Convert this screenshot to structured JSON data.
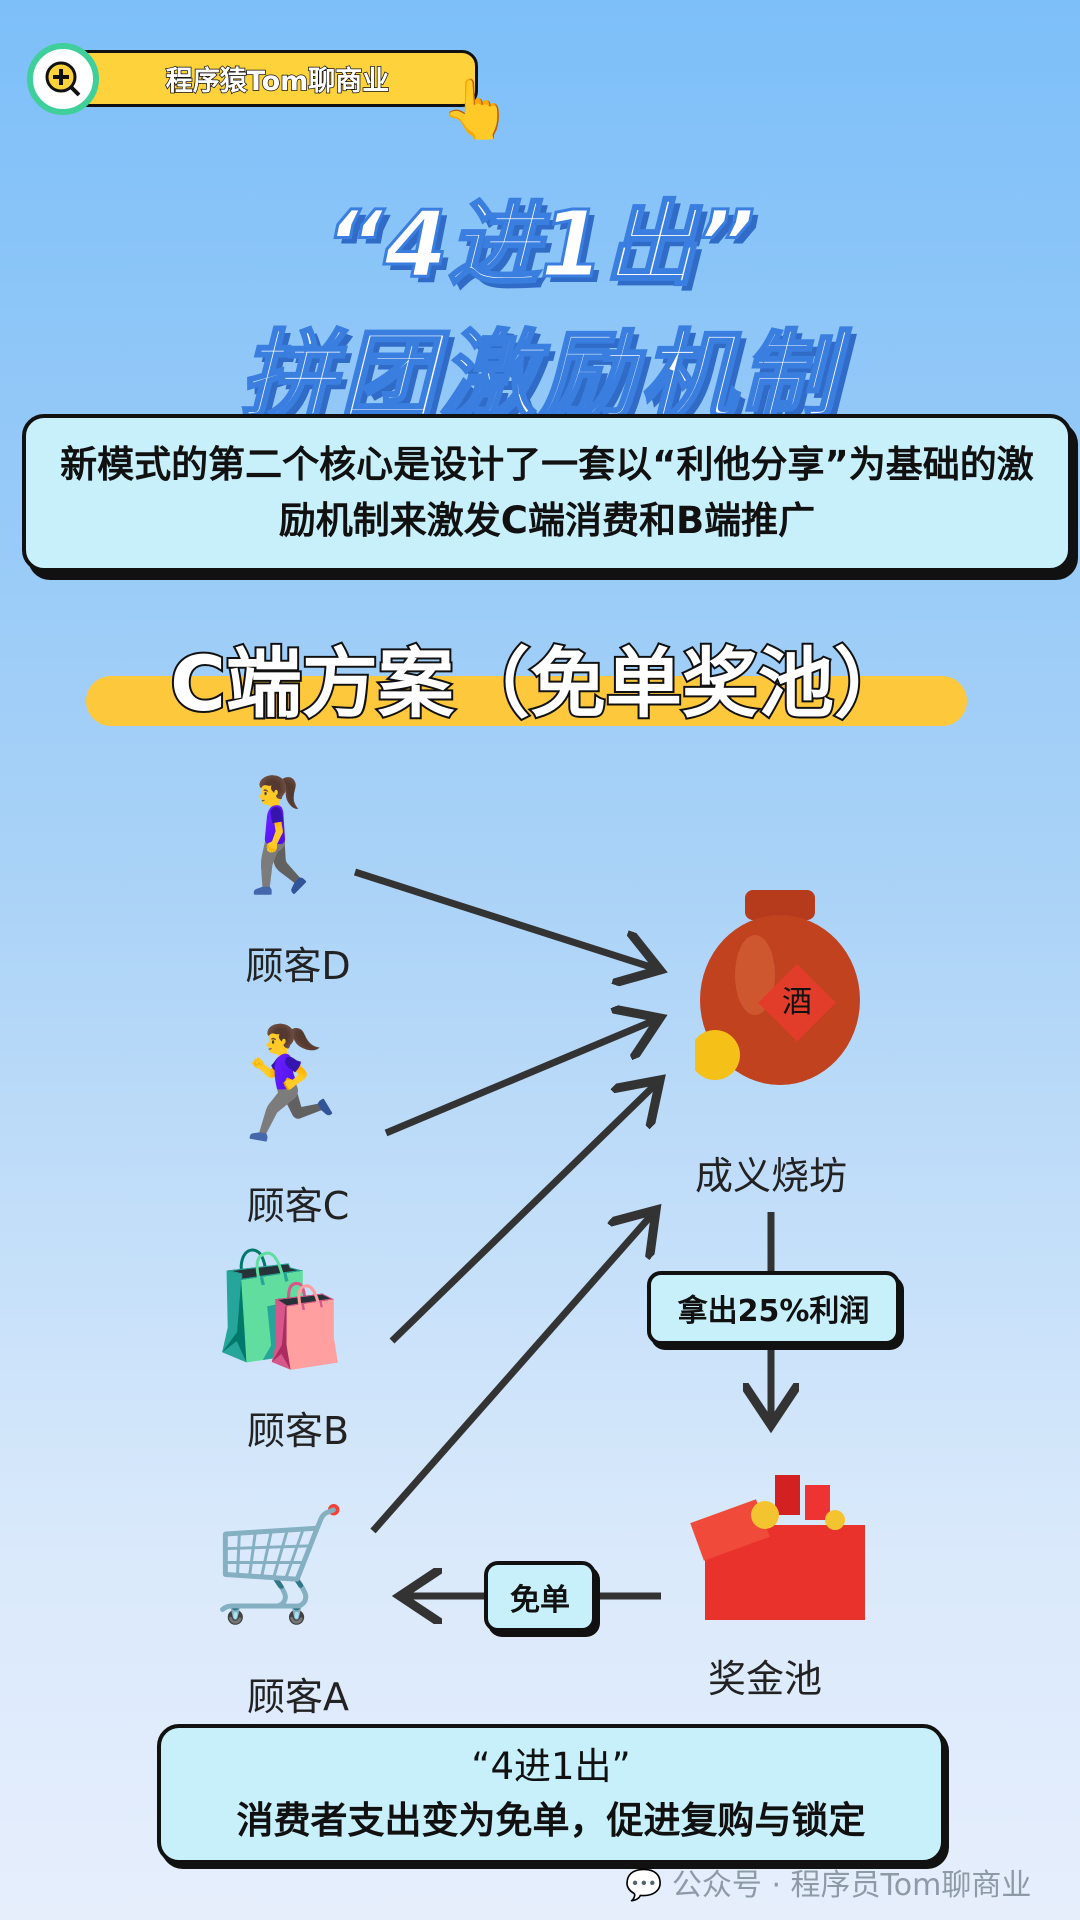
{
  "header": {
    "brand": "程序猿Tom聊商业"
  },
  "title": {
    "line1": "“4进1出”",
    "line2": "拼团激励机制"
  },
  "intro": {
    "text": "新模式的第二个核心是设计了一套以“利他分享”为基础的激励机制来激发C端消费和B端推广"
  },
  "section": {
    "title": "C端方案（免单奖池）"
  },
  "diagram": {
    "customers": [
      {
        "label": "顾客D"
      },
      {
        "label": "顾客C"
      },
      {
        "label": "顾客B"
      },
      {
        "label": "顾客A"
      }
    ],
    "brand": "成义烧坊",
    "profit_label": "拿出25%利润",
    "pool": "奖金池",
    "free_label": "免单"
  },
  "summary": {
    "line1": "“4进1出”",
    "line2": "消费者支出变为免单，促进复购与锁定"
  },
  "watermark": "公众号 · 程序员Tom聊商业"
}
